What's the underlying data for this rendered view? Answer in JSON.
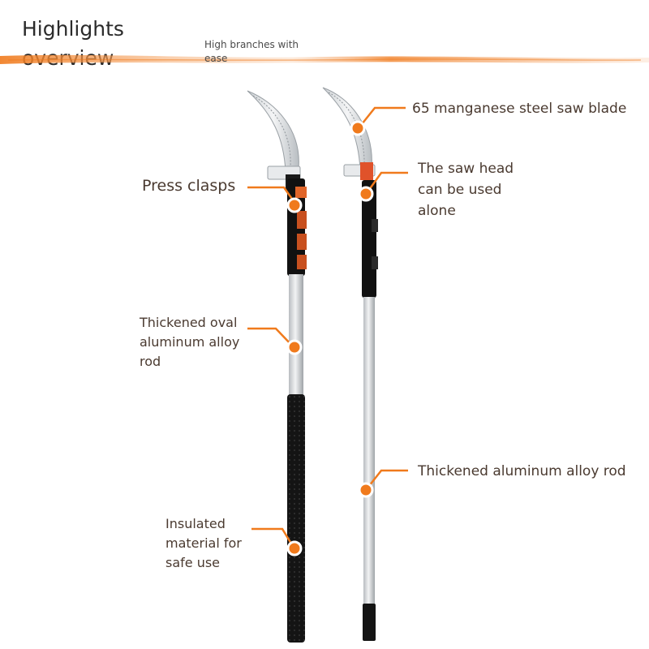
{
  "header": {
    "title_line1": "Highlights",
    "title_line2": "overview",
    "subtitle": "High branches with ease"
  },
  "callouts": {
    "press_clasps": "Press clasps",
    "oval_rod": "Thickened oval aluminum alloy rod",
    "insulated": "Insulated material for safe use",
    "blade": "65 manganese steel saw blade",
    "saw_head": "The saw head can be used alone",
    "alu_rod": "Thickened aluminum alloy rod"
  },
  "colors": {
    "accent": "#f07a1c",
    "text": "#4a3a30",
    "handle": "#111111",
    "aluminum": "#d9dcdf"
  }
}
